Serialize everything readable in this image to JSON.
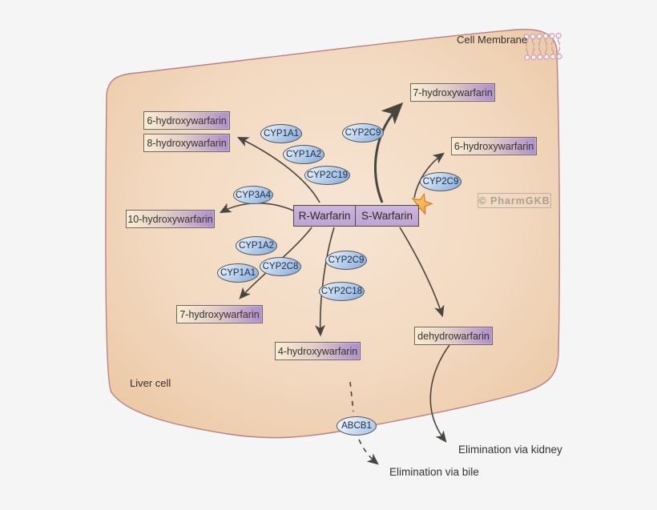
{
  "diagram": {
    "cell_label": "Liver cell",
    "membrane_label": "Cell Membrane",
    "watermark": "© PharmGKB",
    "elimination_kidney": "Elimination via kidney",
    "elimination_bile": "Elimination via bile"
  },
  "drugs": {
    "r_warfarin": "R-Warfarin",
    "s_warfarin": "S-Warfarin"
  },
  "metabolites": {
    "hydroxy6_left": "6-hydroxywarfarin",
    "hydroxy8_left": "8-hydroxywarfarin",
    "hydroxy10_left": "10-hydroxywarfarin",
    "hydroxy7_bottom": "7-hydroxywarfarin",
    "hydroxy4_bottom": "4-hydroxywarfarin",
    "hydroxy7_top": "7-hydroxywarfarin",
    "hydroxy6_right": "6-hydroxywarfarin",
    "dehydrowarfarin": "dehydrowarfarin"
  },
  "enzymes": {
    "cyp1a1_upper": "CYP1A1",
    "cyp1a2_upper": "CYP1A2",
    "cyp2c19": "CYP2C19",
    "cyp3a4": "CYP3A4",
    "cyp1a2_lower": "CYP1A2",
    "cyp2c8": "CYP2C8",
    "cyp1a1_lower": "CYP1A1",
    "cyp2c9_mid": "CYP2C9",
    "cyp2c18": "CYP2C18",
    "cyp2c9_top": "CYP2C9",
    "cyp2c9_right": "CYP2C9"
  },
  "transporters": {
    "abcb1": "ABCB1"
  },
  "colors": {
    "background": "#f5f5f6",
    "cell_fill_center": "#f7e5d4",
    "cell_fill_edge": "#eac49e",
    "membrane_stroke": "#bb7f85",
    "metabolite_gradient_start": "#f6ead0",
    "metabolite_gradient_end": "#b292cc",
    "drug_fill": "#c3aad6",
    "enzyme_gradient_start": "#eef4fa",
    "enzyme_gradient_end": "#86aada",
    "arrow": "#47463f",
    "star_fill": "#f5af4d"
  }
}
